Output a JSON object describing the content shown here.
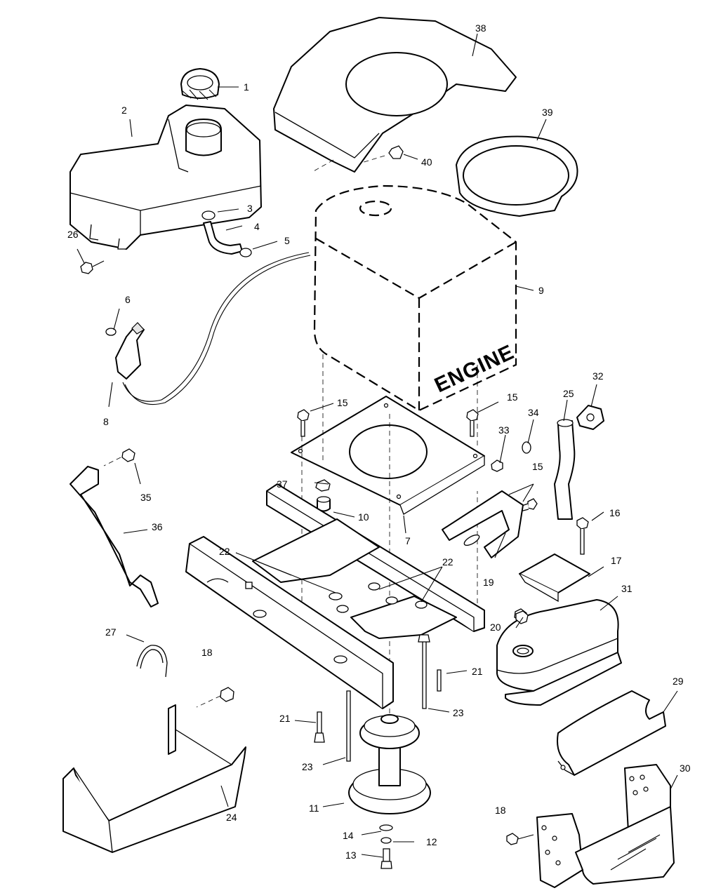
{
  "engine_label": "ENGINE",
  "callouts": {
    "c1": "1",
    "c2": "2",
    "c3": "3",
    "c4": "4",
    "c5": "5",
    "c6": "6",
    "c7": "7",
    "c8": "8",
    "c9": "9",
    "c10": "10",
    "c11": "11",
    "c12": "12",
    "c13": "13",
    "c14": "14",
    "c15a": "15",
    "c15b": "15",
    "c15c": "15",
    "c16": "16",
    "c17": "17",
    "c18a": "18",
    "c18b": "18",
    "c19": "19",
    "c20": "20",
    "c21a": "21",
    "c21b": "21",
    "c22a": "22",
    "c22b": "22",
    "c23a": "23",
    "c23b": "23",
    "c24": "24",
    "c25": "25",
    "c26": "26",
    "c27": "27",
    "c29": "29",
    "c30": "30",
    "c31": "31",
    "c32": "32",
    "c33": "33",
    "c34": "34",
    "c35": "35",
    "c36": "36",
    "c37": "37",
    "c38": "38",
    "c39": "39",
    "c40": "40"
  },
  "colors": {
    "line": "#000000",
    "shade": "#e6e6e6",
    "background": "#ffffff"
  }
}
